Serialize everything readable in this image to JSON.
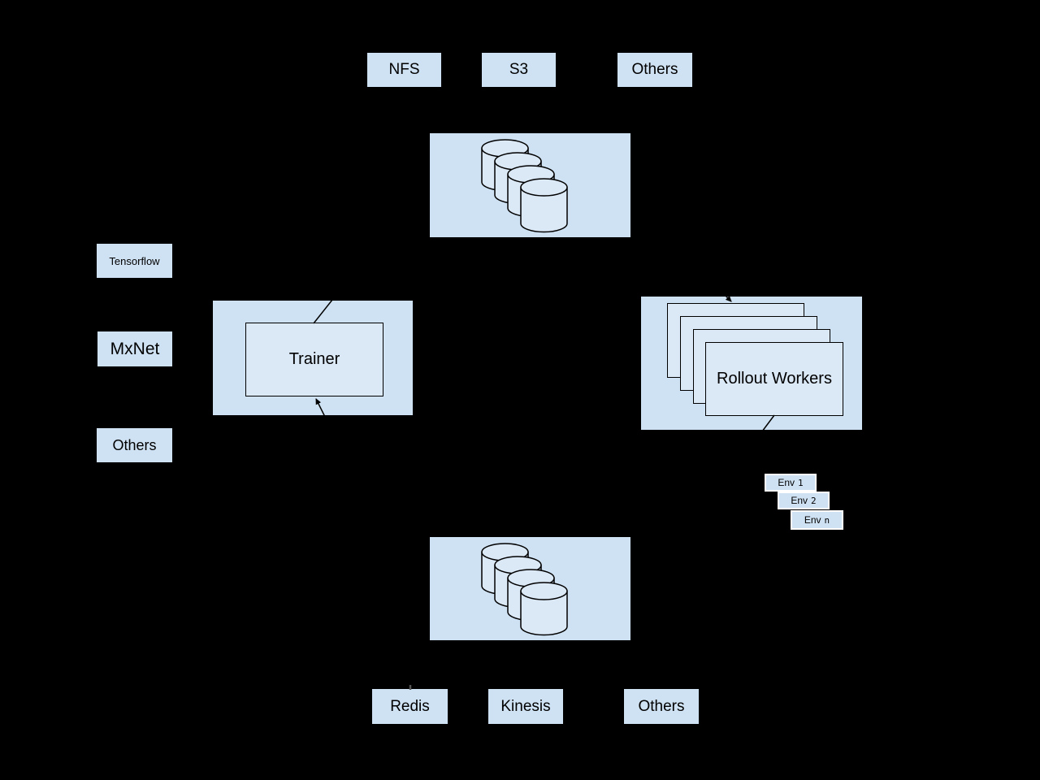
{
  "colors": {
    "background": "#000000",
    "box_fill": "#cfe2f3",
    "inner_shape_fill": "#dbe8f6",
    "shape_stroke": "#000000",
    "env_border": "#ffffff"
  },
  "model_storage": {
    "backends": [
      {
        "label": "NFS"
      },
      {
        "label": "S3"
      },
      {
        "label": "Others"
      }
    ],
    "icon": "database-cylinder-cluster"
  },
  "frameworks": [
    {
      "label": "Tensorflow"
    },
    {
      "label": "MxNet"
    },
    {
      "label": "Others"
    }
  ],
  "trainer": {
    "label": "Trainer"
  },
  "rollout_workers": {
    "label": "Rollout Workers",
    "stack_count": 4
  },
  "environments": [
    {
      "label": "Env",
      "index": "1"
    },
    {
      "label": "Env",
      "index": "2"
    },
    {
      "label": "Env",
      "index": "n"
    }
  ],
  "experience_storage": {
    "backends": [
      {
        "label": "Redis"
      },
      {
        "label": "Kinesis"
      },
      {
        "label": "Others"
      }
    ],
    "icon": "database-cylinder-cluster"
  }
}
